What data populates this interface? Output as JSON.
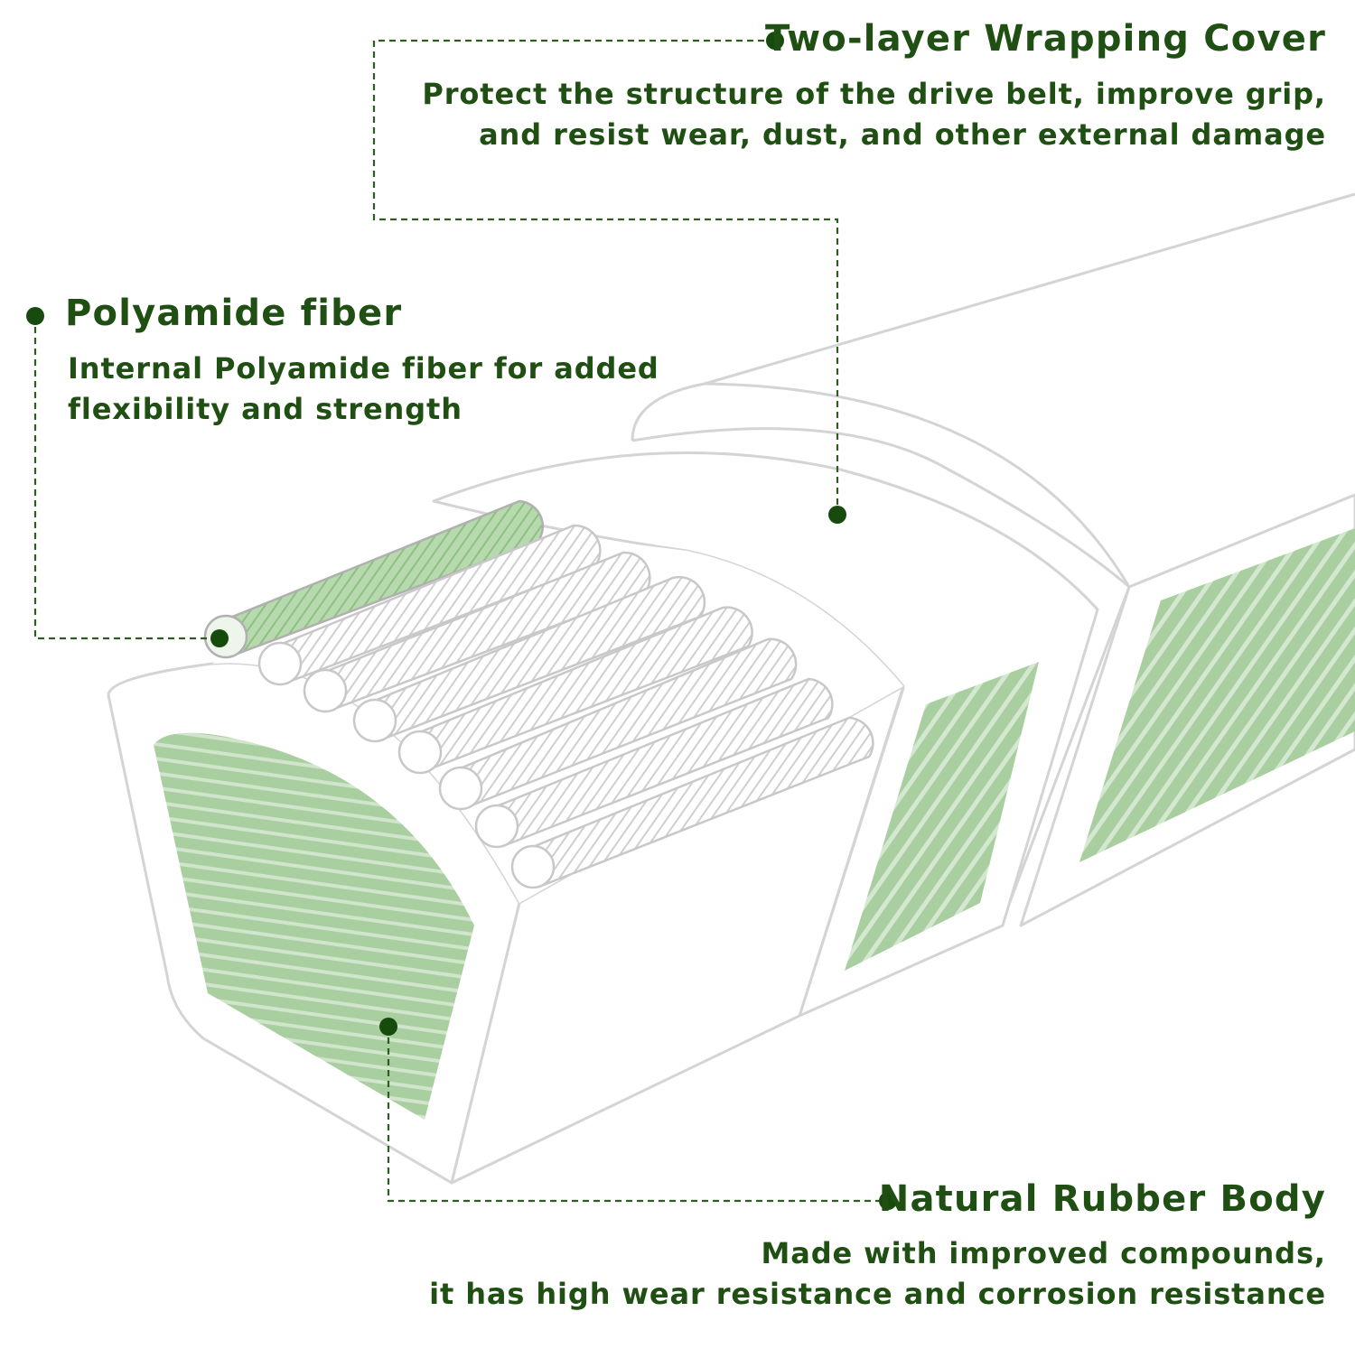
{
  "callouts": {
    "wrapping_cover": {
      "title": "Two-layer Wrapping Cover",
      "line1": "Protect the structure of the drive belt, improve grip,",
      "line2": "and resist wear, dust, and other external damage"
    },
    "polyamide_fiber": {
      "title": "Polyamide fiber",
      "line1": "Internal Polyamide fiber for added",
      "line2": "flexibility and strength"
    },
    "rubber_body": {
      "title": "Natural Rubber Body",
      "line1": "Made with improved compounds,",
      "line2": "it has high wear resistance and corrosion resistance"
    }
  },
  "colors": {
    "text": "#1f4f12",
    "dot": "#174a0d",
    "fill_green": "#a9cfa0",
    "outline": "#d2d2d2"
  }
}
